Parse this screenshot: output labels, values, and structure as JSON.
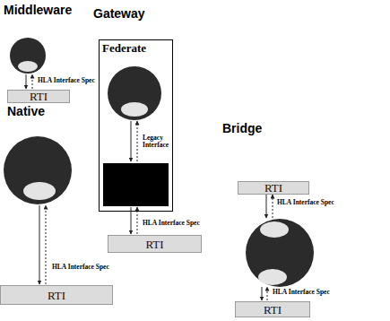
{
  "diagram": {
    "nodes": [
      {
        "text": [
          "RTI"
        ]
      },
      {
        "text": [
          "Federate"
        ]
      },
      {
        "text": [
          "RTI"
        ]
      },
      {
        "text": [
          "RTI"
        ]
      },
      {
        "text": [
          "RTI"
        ]
      },
      {
        "text": [
          "RTI"
        ]
      }
    ],
    "labels": [
      "Middleware",
      "Gateway",
      "Native",
      "Bridge",
      "HLA Interface Spec",
      "Legacy Interface",
      "HLA Interface Spec",
      "HLA Interface Spec",
      "HLA Interface Spec",
      "HLA Interface Spec"
    ]
  }
}
